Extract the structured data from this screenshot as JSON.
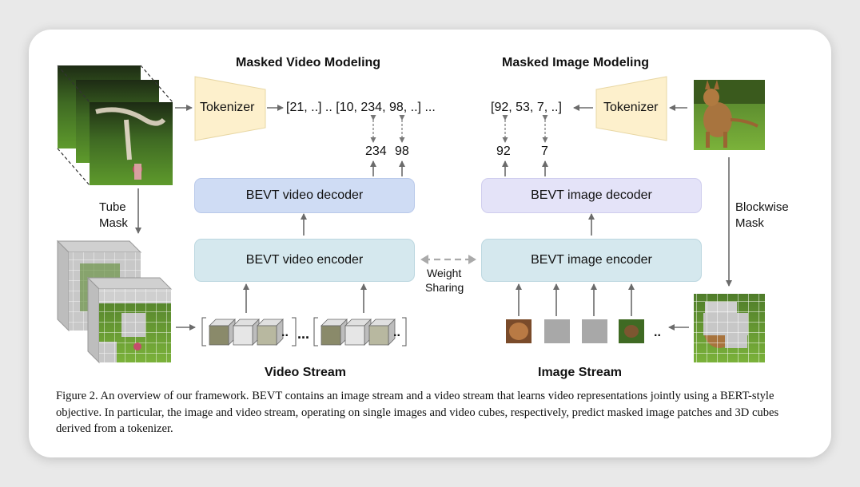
{
  "titles": {
    "mvm": "Masked Video Modeling",
    "mim": "Masked Image Modeling",
    "video_stream": "Video Stream",
    "image_stream": "Image Stream"
  },
  "video": {
    "tokenizer": "Tokenizer",
    "token_seq": "[21, ..] .. [10, 234, 98, ..] ...",
    "pred_a": "234",
    "pred_b": "98",
    "decoder": "BEVT video decoder",
    "encoder": "BEVT video encoder",
    "mask_label_1": "Tube",
    "mask_label_2": "Mask",
    "dots": "..",
    "ellipsis": "..."
  },
  "image": {
    "tokenizer": "Tokenizer",
    "token_seq": "[92, 53, 7, ..]",
    "pred_a": "92",
    "pred_b": "7",
    "decoder": "BEVT image decoder",
    "encoder": "BEVT image encoder",
    "mask_label_1": "Blockwise",
    "mask_label_2": "Mask",
    "dots": ".."
  },
  "weight_sharing": {
    "line1": "Weight",
    "line2": "Sharing"
  },
  "caption": "Figure 2.  An overview of our framework. BEVT contains an image stream and a video stream that learns video representations jointly using a BERT-style objective. In particular, the image and video stream, operating on single images and video cubes, respectively, predict masked image patches and 3D cubes derived from a tokenizer.",
  "colors": {
    "tokenizer_fill": "#fdf0cc",
    "video_decoder": "#cfdcf4",
    "image_decoder": "#e4e3f8",
    "encoder": "#d5e8ee",
    "arrow": "#6b6b6b"
  }
}
